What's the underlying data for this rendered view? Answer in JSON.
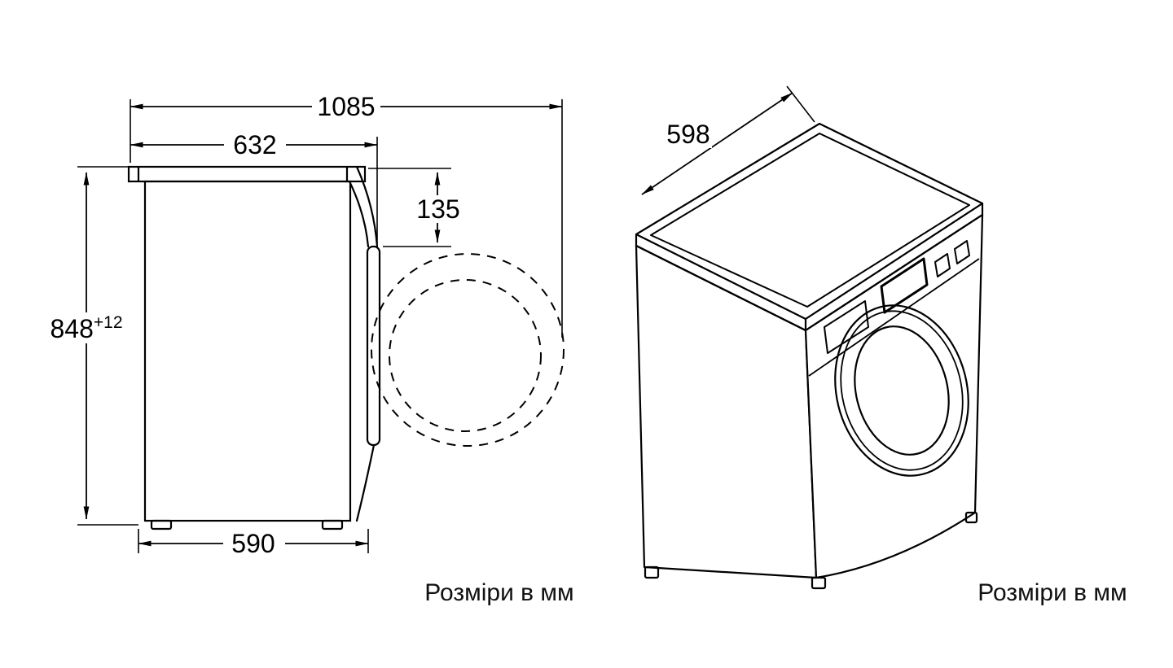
{
  "side_view": {
    "dim_total_depth": "1085",
    "dim_body_depth": "632",
    "dim_door_offset": "135",
    "dim_height": "848",
    "dim_height_tolerance": "+12",
    "dim_base_depth": "590",
    "caption": "Розміри в мм"
  },
  "iso_view": {
    "dim_width": "598",
    "caption": "Розміри в мм"
  },
  "colors": {
    "line": "#000000",
    "background": "#ffffff"
  }
}
